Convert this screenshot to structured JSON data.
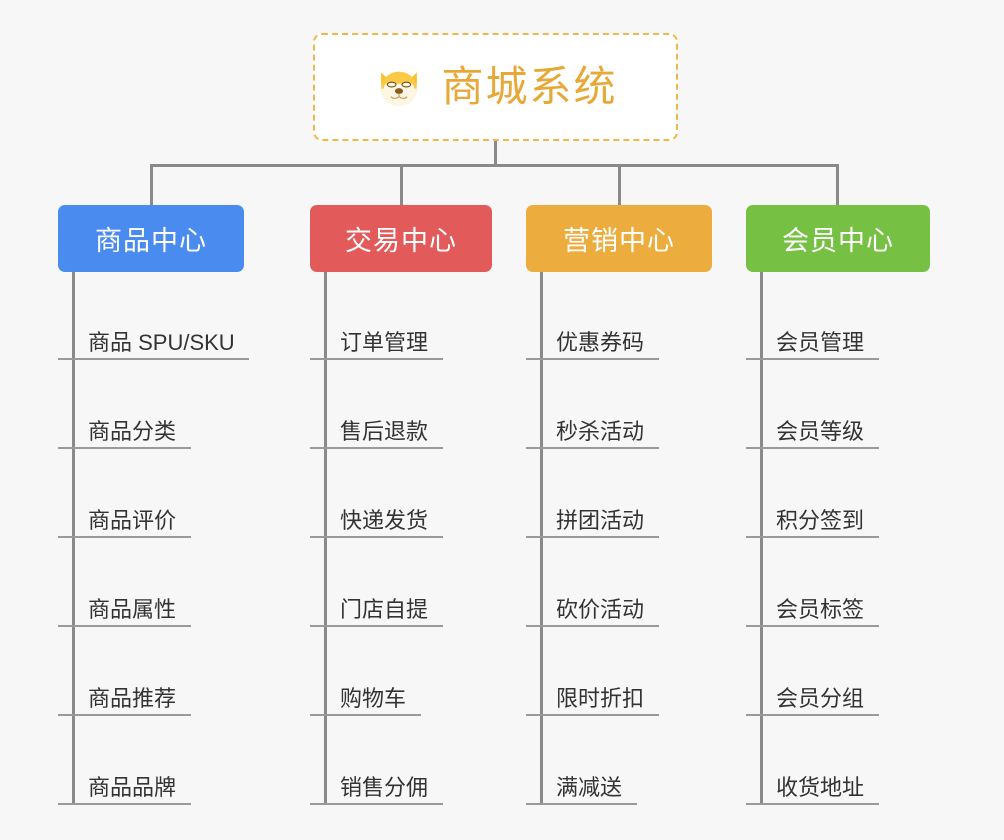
{
  "page": {
    "background_color": "#f7f7f7",
    "type": "organization-mindmap"
  },
  "root": {
    "title": "商城系统",
    "icon": "shiba-dog-face-icon",
    "text_color": "#e8a838",
    "border_color": "#f0b84a",
    "background_color": "#ffffff"
  },
  "connector": {
    "color": "#8a8a8a"
  },
  "columns": [
    {
      "header": "商品中心",
      "color": "#4a8bf0",
      "leaves": [
        "商品 SPU/SKU",
        "商品分类",
        "商品评价",
        "商品属性",
        "商品推荐",
        "商品品牌"
      ]
    },
    {
      "header": "交易中心",
      "color": "#e25a5a",
      "leaves": [
        "订单管理",
        "售后退款",
        "快递发货",
        "门店自提",
        "购物车",
        "销售分佣"
      ]
    },
    {
      "header": "营销中心",
      "color": "#edad3e",
      "leaves": [
        "优惠券码",
        "秒杀活动",
        "拼团活动",
        "砍价活动",
        "限时折扣",
        "满减送"
      ]
    },
    {
      "header": "会员中心",
      "color": "#76c043",
      "leaves": [
        "会员管理",
        "会员等级",
        "积分签到",
        "会员标签",
        "会员分组",
        "收货地址"
      ]
    }
  ]
}
